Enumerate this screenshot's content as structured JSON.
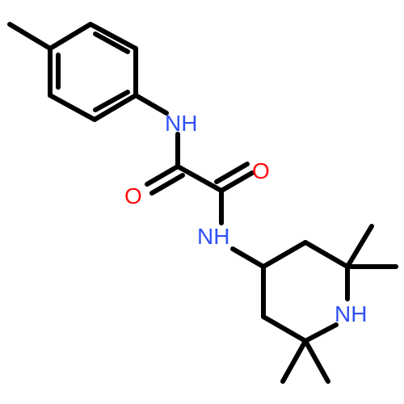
{
  "atom_labels": {
    "nh_aryl": "NH",
    "nh_piperidinyl": "NH",
    "nh_ring": "NH",
    "o_upper": "O",
    "o_lower": "O"
  },
  "colors": {
    "background": "#ffffff",
    "bond": "#000000",
    "nitrogen": "#3050F8",
    "oxygen": "#FF0D0D"
  }
}
